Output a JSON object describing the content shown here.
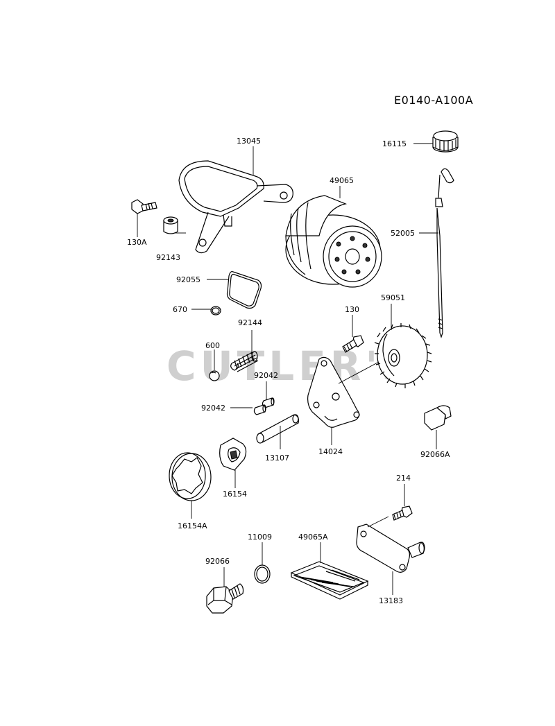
{
  "diagram_code": "E0140-A100A",
  "watermark": "CUTLER'S",
  "parts": {
    "p13045": "13045",
    "p16115": "16115",
    "p49065": "49065",
    "p130A": "130A",
    "p92143": "92143",
    "p52005": "52005",
    "p92055": "92055",
    "p670": "670",
    "p92144": "92144",
    "p130": "130",
    "p59051": "59051",
    "p600": "600",
    "p92042a": "92042",
    "p92042b": "92042",
    "p13107": "13107",
    "p14024": "14024",
    "p92066A": "92066A",
    "p16154": "16154",
    "p16154A": "16154A",
    "p214": "214",
    "p11009": "11009",
    "p49065A": "49065A",
    "p92066": "92066",
    "p13183": "13183"
  }
}
